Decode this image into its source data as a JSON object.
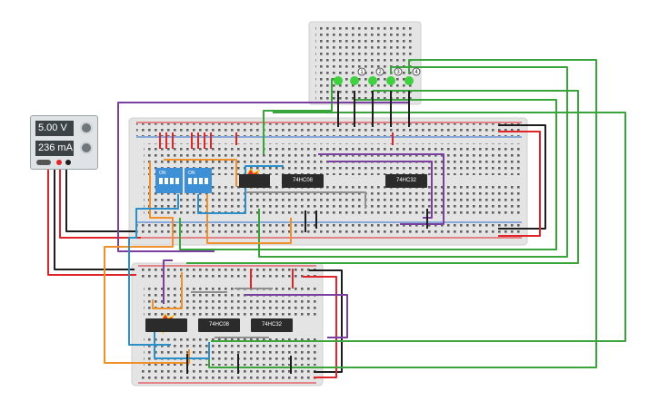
{
  "power_supply": {
    "voltage": "5.00 V",
    "current": "236 mA"
  },
  "chips": [
    {
      "label": ""
    },
    {
      "label": "74HC08"
    },
    {
      "label": "74HC32"
    },
    {
      "label": ""
    },
    {
      "label": "74HC08"
    },
    {
      "label": "74HC32"
    }
  ],
  "dip_switch_label": "ON",
  "led_labels": [
    "1",
    "2",
    "3",
    "4"
  ],
  "colors": {
    "wire_red": "#e0242a",
    "wire_black": "#1e1e1e",
    "wire_green": "#3aa53a",
    "wire_purple": "#7b3fa0",
    "wire_orange": "#f0902a",
    "wire_blue": "#2b8fc9",
    "wire_gray": "#8e8e8e",
    "breadboard": "#e4e4e4",
    "led_green": "#3fd13f",
    "chip": "#2b2b2b",
    "burn_mark": "#e8302a"
  }
}
